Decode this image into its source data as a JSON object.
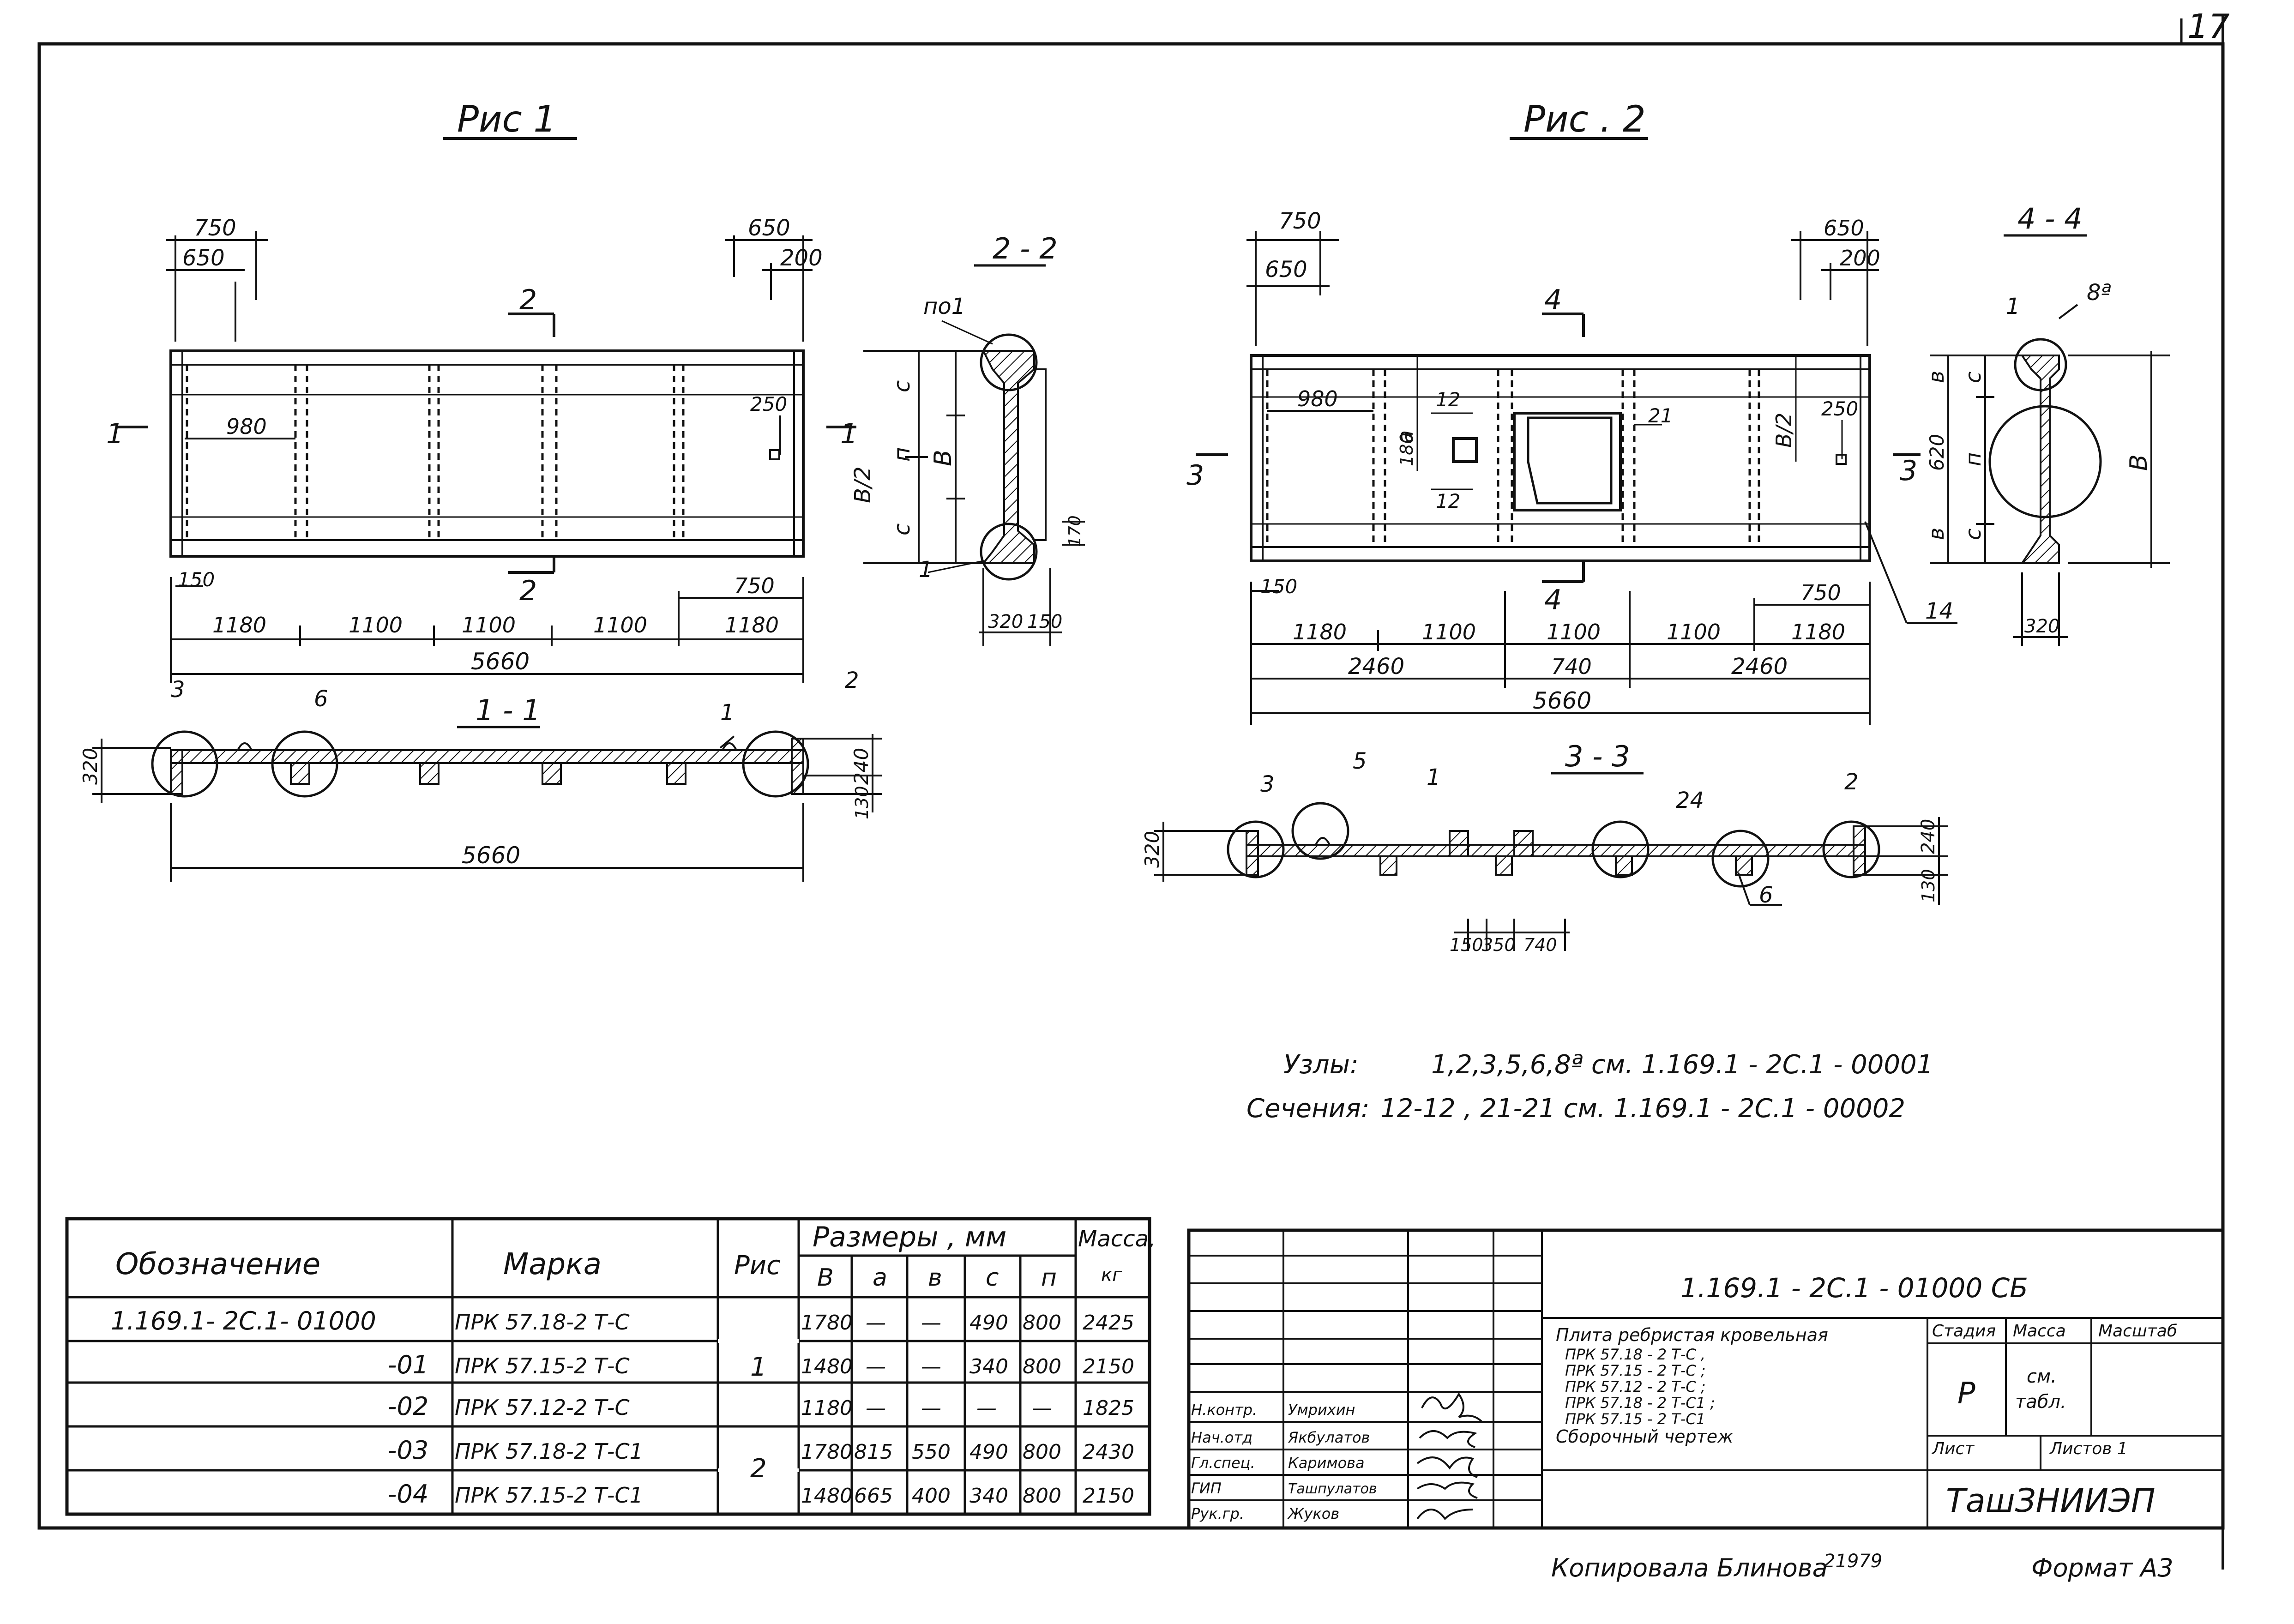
{
  "sheet_number": "17",
  "figures": {
    "fig1_title": "Рис 1",
    "fig2_title": "Рис . 2",
    "sec22_title": "2 - 2",
    "sec44_title": "4 - 4",
    "sec11_title": "1 - 1",
    "sec33_title": "3 - 3"
  },
  "fig1_dims": {
    "d750": "750",
    "d650": "650",
    "d650r": "650",
    "d200": "200",
    "d980": "980",
    "d250": "250",
    "d150": "150",
    "d750b": "750",
    "spans": [
      "1180",
      "1100",
      "1100",
      "1100",
      "1180"
    ],
    "total": "5660",
    "cut2": "2",
    "cut1": "1"
  },
  "sec22_dims": {
    "no1": "по1",
    "c1": "c",
    "n": "п",
    "b": "B",
    "b2": "B/2",
    "c2": "c",
    "d320": "320",
    "d150": "150",
    "d170": "170",
    "node1": "1"
  },
  "sec11_dims": {
    "d320": "320",
    "d240": "240",
    "d130": "130",
    "total": "5660",
    "node3": "3",
    "node6": "6",
    "node1": "1",
    "node2": "2"
  },
  "fig2_dims": {
    "d750": "750",
    "d650": "650",
    "d650r": "650",
    "d200": "200",
    "d980": "980",
    "d12a": "12",
    "d12b": "12",
    "d21": "21",
    "a": "a",
    "d180": "180",
    "d250": "250",
    "b2": "B/2",
    "d150": "150",
    "d750b": "750",
    "spans": [
      "1180",
      "1100",
      "1100",
      "1100",
      "1180"
    ],
    "d2460a": "2460",
    "d740": "740",
    "d2460b": "2460",
    "total": "5660",
    "cut4": "4",
    "cut3": "3",
    "n14": "14"
  },
  "sec44_dims": {
    "n1": "1",
    "n8a": "8ª",
    "b1": "в",
    "c1": "c",
    "d620": "620",
    "n": "п",
    "b2": "в",
    "c2": "c",
    "B": "B",
    "d320": "320"
  },
  "sec33_dims": {
    "n3": "3",
    "n5": "5",
    "n1": "1",
    "n24": "24",
    "n2": "2",
    "n6": "6",
    "d320": "320",
    "d240": "240",
    "d130": "130",
    "d150": "150",
    "d350": "350",
    "d740": "740"
  },
  "notes": {
    "nodes_label": "Узлы:",
    "nodes_text": "1,2,3,5,6,8ª  см.  1.169.1 - 2С.1 - 00001",
    "sections_label": "Сечения:",
    "sections_text": "12-12 , 21-21  см.  1.169.1 - 2С.1 - 00002"
  },
  "spec_table": {
    "headers": {
      "designation": "Обозначение",
      "mark": "Марка",
      "fig": "Рис",
      "sizes": "Размеры , мм",
      "mass": "Масса,",
      "mass_unit": "кг",
      "sub": [
        "B",
        "a",
        "в",
        "c",
        "п"
      ]
    },
    "rows": [
      {
        "designation": "1.169.1- 2С.1- 01000",
        "mark": "ПРК 57.18-2 Т-С",
        "B": "1780",
        "a": "—",
        "b": "—",
        "c": "490",
        "n": "800",
        "mass": "2425"
      },
      {
        "designation": "-01",
        "mark": "ПРК 57.15-2 Т-С",
        "B": "1480",
        "a": "—",
        "b": "—",
        "c": "340",
        "n": "800",
        "mass": "2150"
      },
      {
        "designation": "-02",
        "mark": "ПРК 57.12-2 Т-С",
        "B": "1180",
        "a": "—",
        "b": "—",
        "c": "—",
        "n": "—",
        "mass": "1825"
      },
      {
        "designation": "-03",
        "mark": "ПРК 57.18-2 Т-С1",
        "B": "1780",
        "a": "815",
        "b": "550",
        "c": "490",
        "n": "800",
        "mass": "2430"
      },
      {
        "designation": "-04",
        "mark": "ПРК 57.15-2 Т-С1",
        "B": "1480",
        "a": "665",
        "b": "400",
        "c": "340",
        "n": "800",
        "mass": "2150"
      }
    ],
    "fig_groups": [
      "1",
      "2"
    ]
  },
  "title_block": {
    "code": "1.169.1 - 2С.1 - 01000  СБ",
    "description": [
      "Плита ребристая кровельная",
      "ПРК 57.18 - 2 Т-С ,",
      "ПРК 57.15 - 2 Т-С ;",
      "ПРК 57.12 - 2 Т-С ;",
      "ПРК 57.18 - 2 Т-С1 ;",
      "ПРК 57.15 - 2 Т-С1",
      "Сборочный  чертеж"
    ],
    "stage_label": "Стадия",
    "mass_label": "Масса",
    "scale_label": "Масштаб",
    "stage_value": "Р",
    "mass_value_1": "см.",
    "mass_value_2": "табл.",
    "sheet_label": "Лист",
    "sheets_label": "Листов 1",
    "org": "ТашЗНИИЭП",
    "roles": [
      {
        "role": "Н.контр.",
        "name": "Умрихин"
      },
      {
        "role": "Нач.отд",
        "name": "Якбулатов"
      },
      {
        "role": "Гл.спец.",
        "name": "Каримова"
      },
      {
        "role": "ГИП",
        "name": "Ташпулатов"
      },
      {
        "role": "Рук.гр.",
        "name": "Жуков"
      }
    ]
  },
  "footer": {
    "copied": "Копировала  Блинова",
    "copy_number": "21979",
    "format": "Формат А3"
  }
}
